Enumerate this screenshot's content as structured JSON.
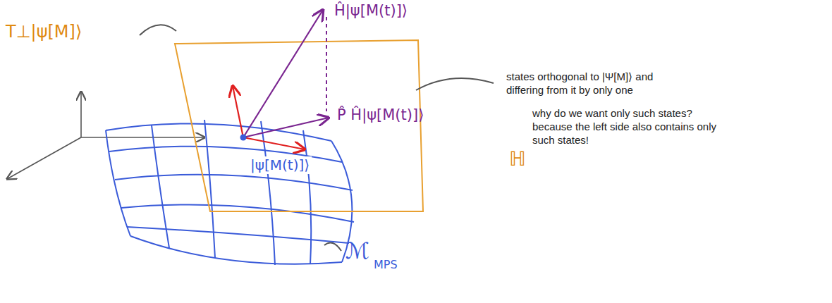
{
  "diagram": {
    "labels": [
      "T⊥|ψ[M]⟩",
      "Ĥ|ψ[M(t)]⟩",
      "P̂ Ĥ|ψ[M(t)]⟩",
      "|ψ[M(t)]⟩",
      "ℍ",
      "ℳ",
      "MPS",
      "states orthogonal to |Ψ[M]⟩ and differing from it by only one",
      "why do we want only such states? because the left side also contains only such states!"
    ]
  }
}
